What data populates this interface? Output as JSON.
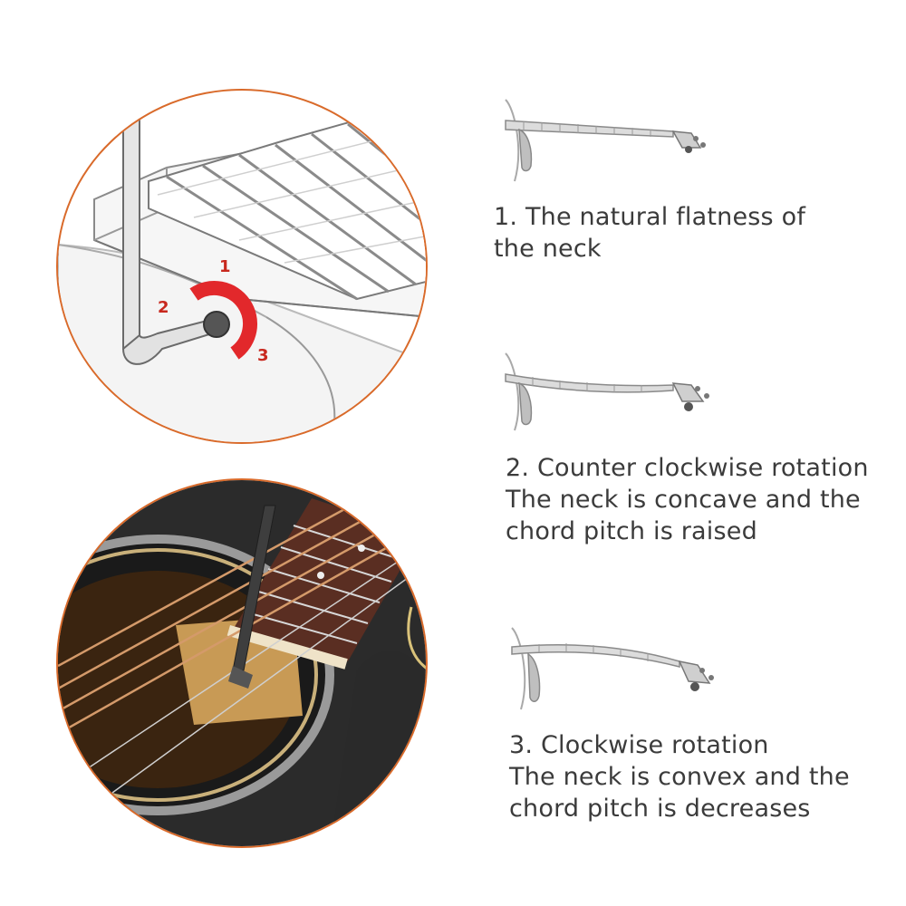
{
  "illustration_top": {
    "rotation_labels": [
      "1",
      "2",
      "3"
    ],
    "accent_color": "#e2282b"
  },
  "frame_color": "#d96a2a",
  "captions": [
    {
      "lines": [
        "1. The natural flatness of",
        "the neck"
      ]
    },
    {
      "lines": [
        "2. Counter clockwise rotation",
        "The neck is concave and the",
        "chord pitch is raised"
      ]
    },
    {
      "lines": [
        "3. Clockwise rotation",
        "The neck is convex and the",
        "chord pitch is decreases"
      ]
    }
  ]
}
